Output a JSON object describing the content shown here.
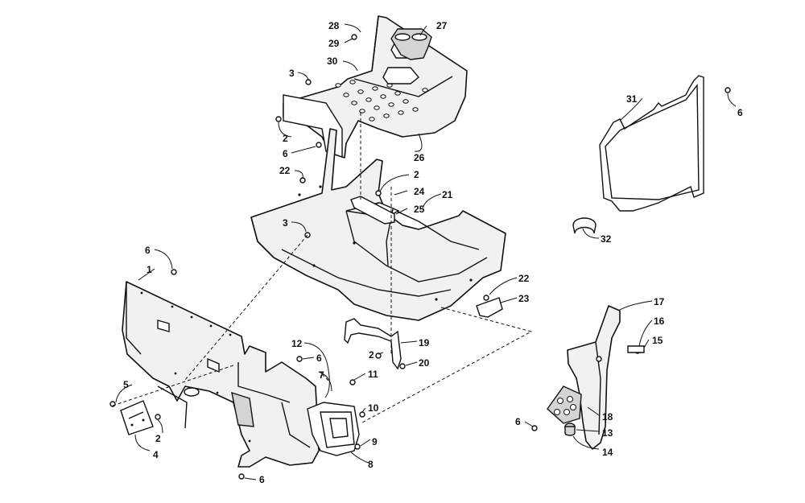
{
  "diagram": {
    "callouts": [
      {
        "id": "c28",
        "text": "28"
      },
      {
        "id": "c27",
        "text": "27"
      },
      {
        "id": "c29",
        "text": "29"
      },
      {
        "id": "c30",
        "text": "30"
      },
      {
        "id": "c3a",
        "text": "3"
      },
      {
        "id": "c2a",
        "text": "2"
      },
      {
        "id": "c6a",
        "text": "6"
      },
      {
        "id": "c26",
        "text": "26"
      },
      {
        "id": "c22a",
        "text": "22"
      },
      {
        "id": "c2b",
        "text": "2"
      },
      {
        "id": "c24",
        "text": "24"
      },
      {
        "id": "c21",
        "text": "21"
      },
      {
        "id": "c25",
        "text": "25"
      },
      {
        "id": "c3b",
        "text": "3"
      },
      {
        "id": "c31",
        "text": "31"
      },
      {
        "id": "c6b",
        "text": "6"
      },
      {
        "id": "c32",
        "text": "32"
      },
      {
        "id": "c6c",
        "text": "6"
      },
      {
        "id": "c1",
        "text": "1"
      },
      {
        "id": "c22b",
        "text": "22"
      },
      {
        "id": "c23",
        "text": "23"
      },
      {
        "id": "c17",
        "text": "17"
      },
      {
        "id": "c16",
        "text": "16"
      },
      {
        "id": "c15",
        "text": "15"
      },
      {
        "id": "c12",
        "text": "12"
      },
      {
        "id": "c6d",
        "text": "6"
      },
      {
        "id": "c19",
        "text": "19"
      },
      {
        "id": "c2c",
        "text": "2"
      },
      {
        "id": "c20",
        "text": "20"
      },
      {
        "id": "c7",
        "text": "7"
      },
      {
        "id": "c11",
        "text": "11"
      },
      {
        "id": "c5",
        "text": "5"
      },
      {
        "id": "c10",
        "text": "10"
      },
      {
        "id": "c2d",
        "text": "2"
      },
      {
        "id": "c4",
        "text": "4"
      },
      {
        "id": "c9",
        "text": "9"
      },
      {
        "id": "c8",
        "text": "8"
      },
      {
        "id": "c18",
        "text": "18"
      },
      {
        "id": "c6e",
        "text": "6"
      },
      {
        "id": "c13",
        "text": "13"
      },
      {
        "id": "c14",
        "text": "14"
      },
      {
        "id": "c6f",
        "text": "6"
      }
    ]
  }
}
